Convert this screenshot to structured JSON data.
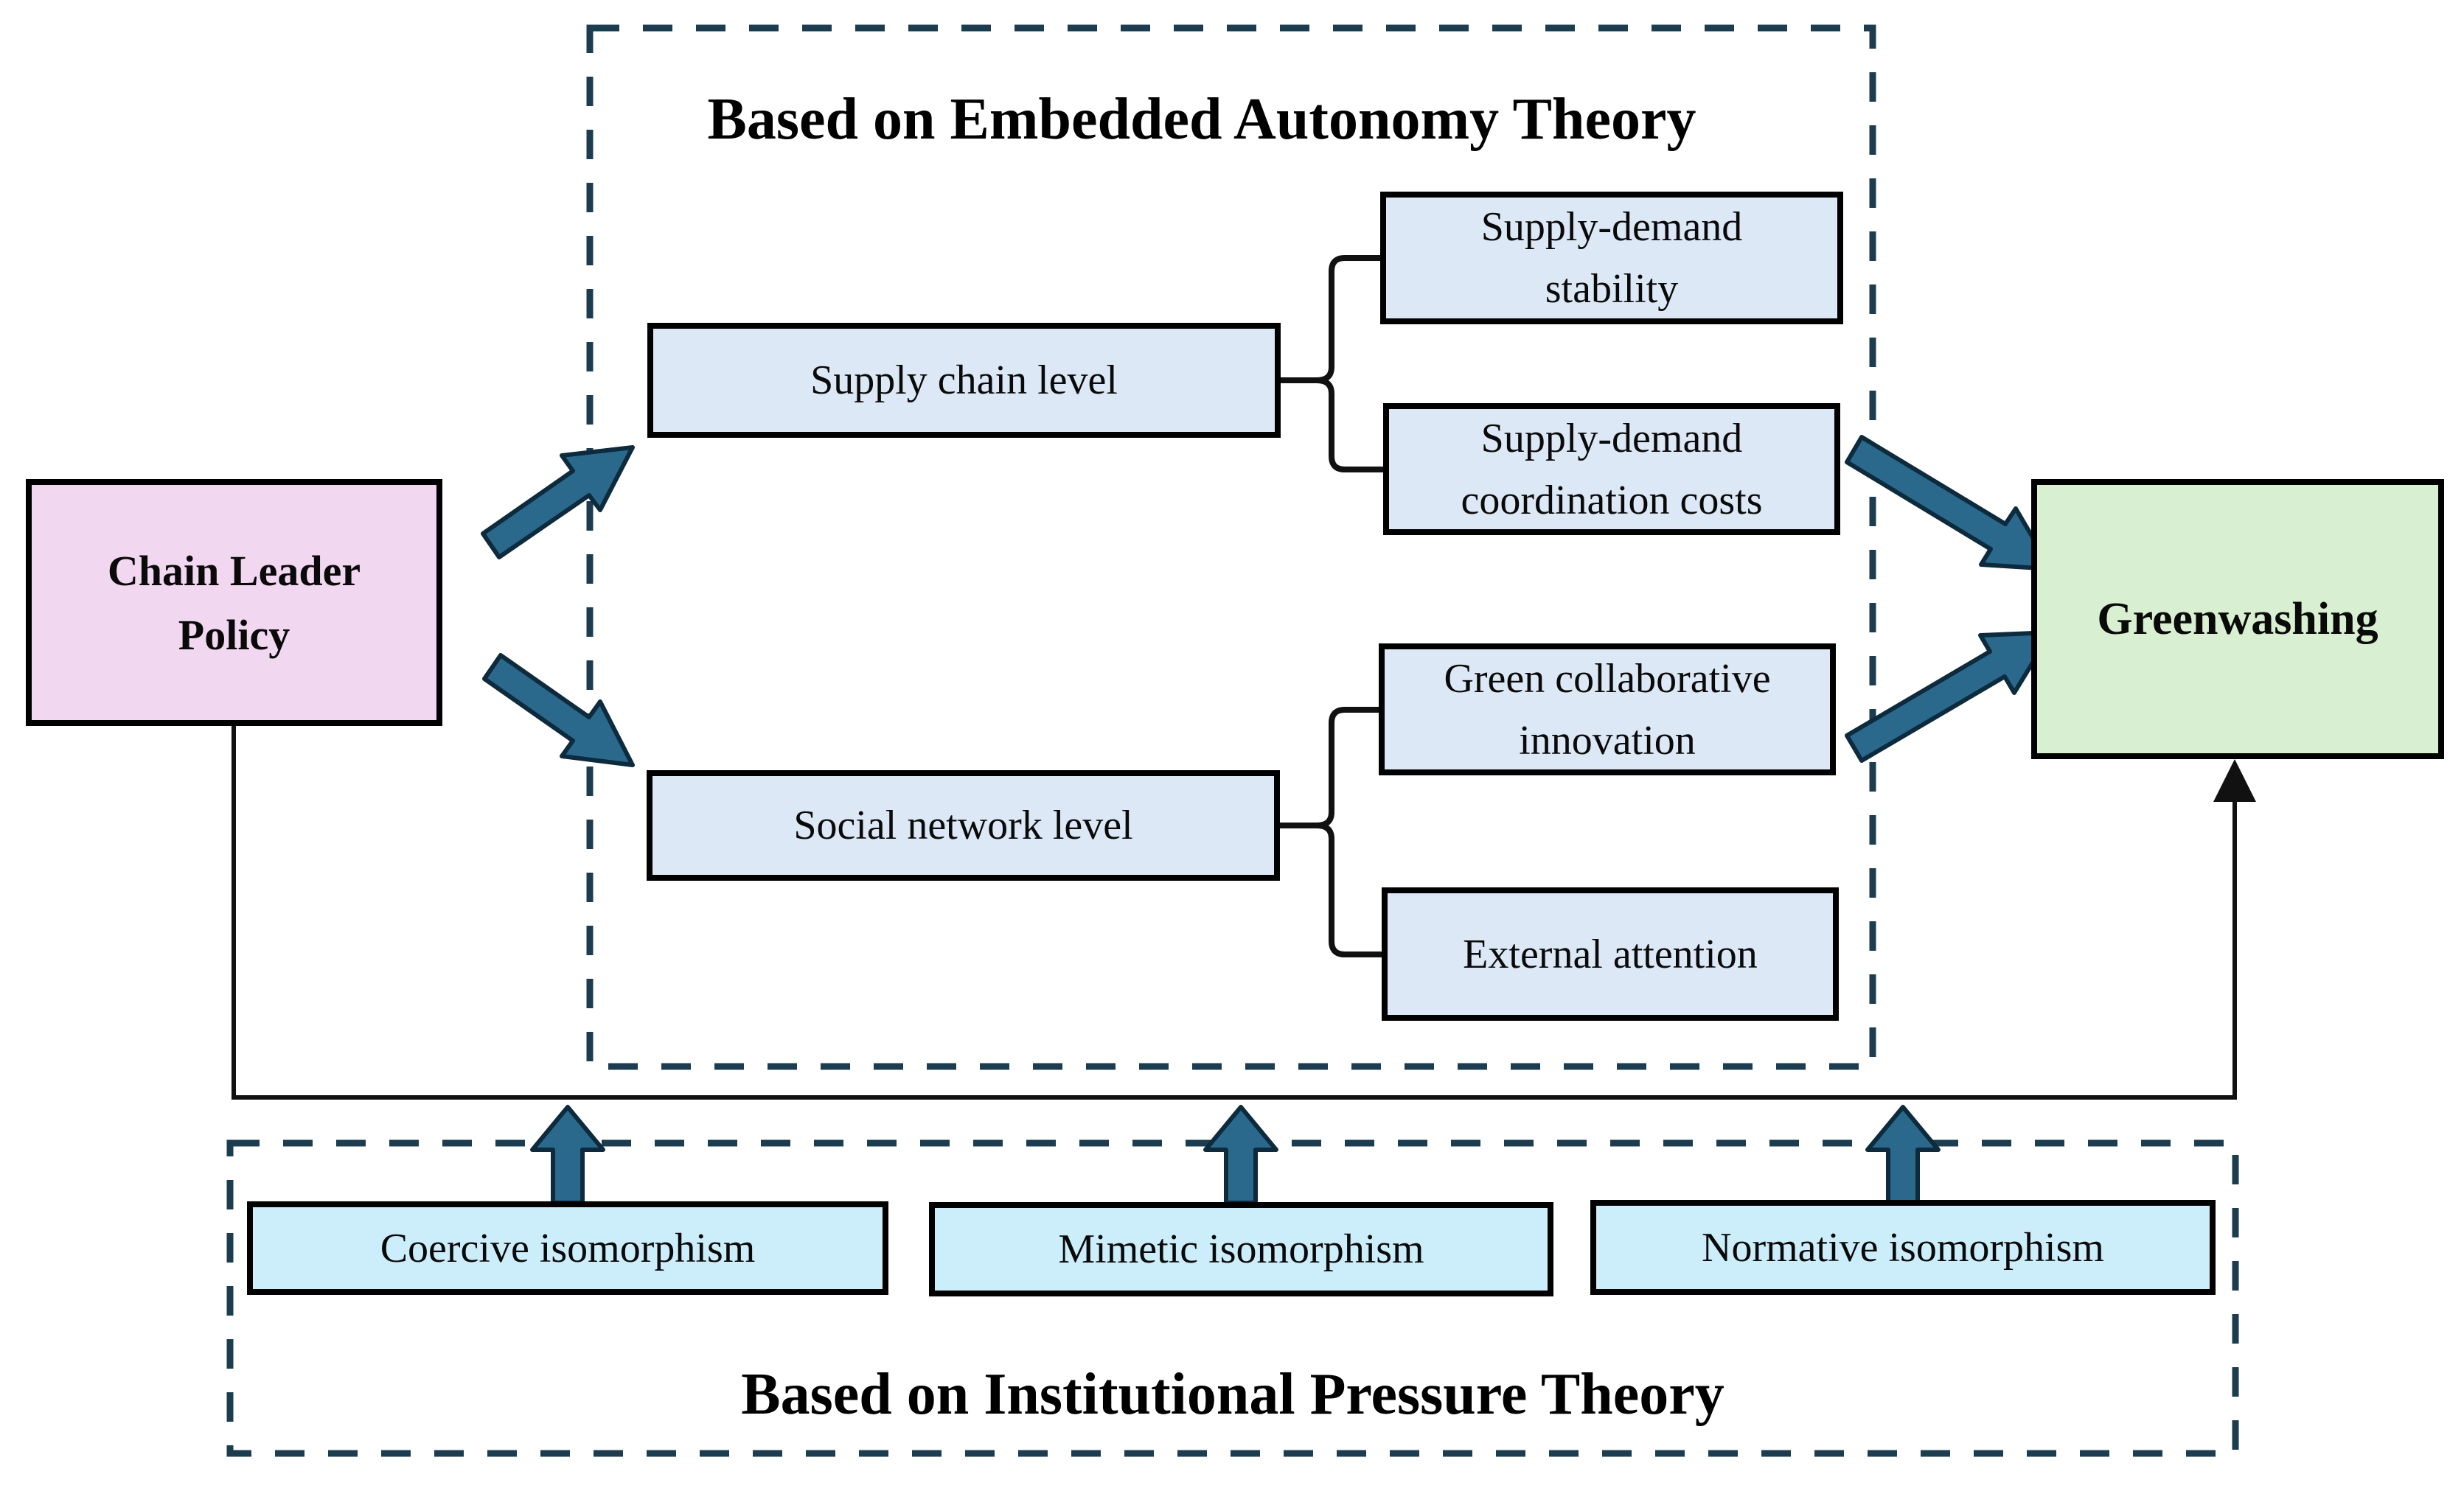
{
  "diagram": {
    "type": "theoretical-framework-flowchart",
    "background": "#ffffff",
    "colors": {
      "policy_box_fill": "#f2d7f0",
      "mediator_box_fill": "#dce8f5",
      "isomorphism_box_fill": "#cceefb",
      "outcome_box_fill": "#d9efd1",
      "box_border": "#000000",
      "dashed_group_border": "#1c3c50",
      "arrow_fill": "#2a688c",
      "arrow_outline": "#0d2b3d",
      "connector_line": "#111111"
    },
    "groups": {
      "embedded_autonomy": {
        "title": "Based on Embedded Autonomy Theory"
      },
      "institutional_pressure": {
        "title": "Based on Institutional Pressure Theory"
      }
    },
    "nodes": {
      "chain_leader_policy": {
        "label": "Chain Leader\nPolicy"
      },
      "supply_chain_level": {
        "label": "Supply chain level"
      },
      "supply_demand_stability": {
        "label": "Supply-demand\nstability"
      },
      "supply_demand_coordination_costs": {
        "label": "Supply-demand\ncoordination costs"
      },
      "social_network_level": {
        "label": "Social network level"
      },
      "green_collaborative_innovation": {
        "label": "Green collaborative\ninnovation"
      },
      "external_attention": {
        "label": "External attention"
      },
      "greenwashing": {
        "label": "Greenwashing"
      },
      "coercive_isomorphism": {
        "label": "Coercive isomorphism"
      },
      "mimetic_isomorphism": {
        "label": "Mimetic isomorphism"
      },
      "normative_isomorphism": {
        "label": "Normative isomorphism"
      }
    },
    "edges": [
      {
        "from": "chain_leader_policy",
        "to": "supply_chain_level",
        "style": "thick-teal-arrow"
      },
      {
        "from": "chain_leader_policy",
        "to": "social_network_level",
        "style": "thick-teal-arrow"
      },
      {
        "from": "supply_chain_level",
        "to": "supply_demand_stability",
        "style": "bracket-fork"
      },
      {
        "from": "supply_chain_level",
        "to": "supply_demand_coordination_costs",
        "style": "bracket-fork"
      },
      {
        "from": "social_network_level",
        "to": "green_collaborative_innovation",
        "style": "bracket-fork"
      },
      {
        "from": "social_network_level",
        "to": "external_attention",
        "style": "bracket-fork"
      },
      {
        "from": "supply_demand_coordination_costs",
        "to": "greenwashing",
        "style": "thick-teal-arrow"
      },
      {
        "from": "green_collaborative_innovation",
        "to": "greenwashing",
        "style": "thick-teal-arrow"
      },
      {
        "from": "chain_leader_policy",
        "to": "greenwashing",
        "style": "thin-line-arrow"
      },
      {
        "from": "institutional_pressure_group",
        "to": "chain_leader_to_greenwashing_line",
        "style": "teal-up-arrow-x3"
      }
    ]
  }
}
